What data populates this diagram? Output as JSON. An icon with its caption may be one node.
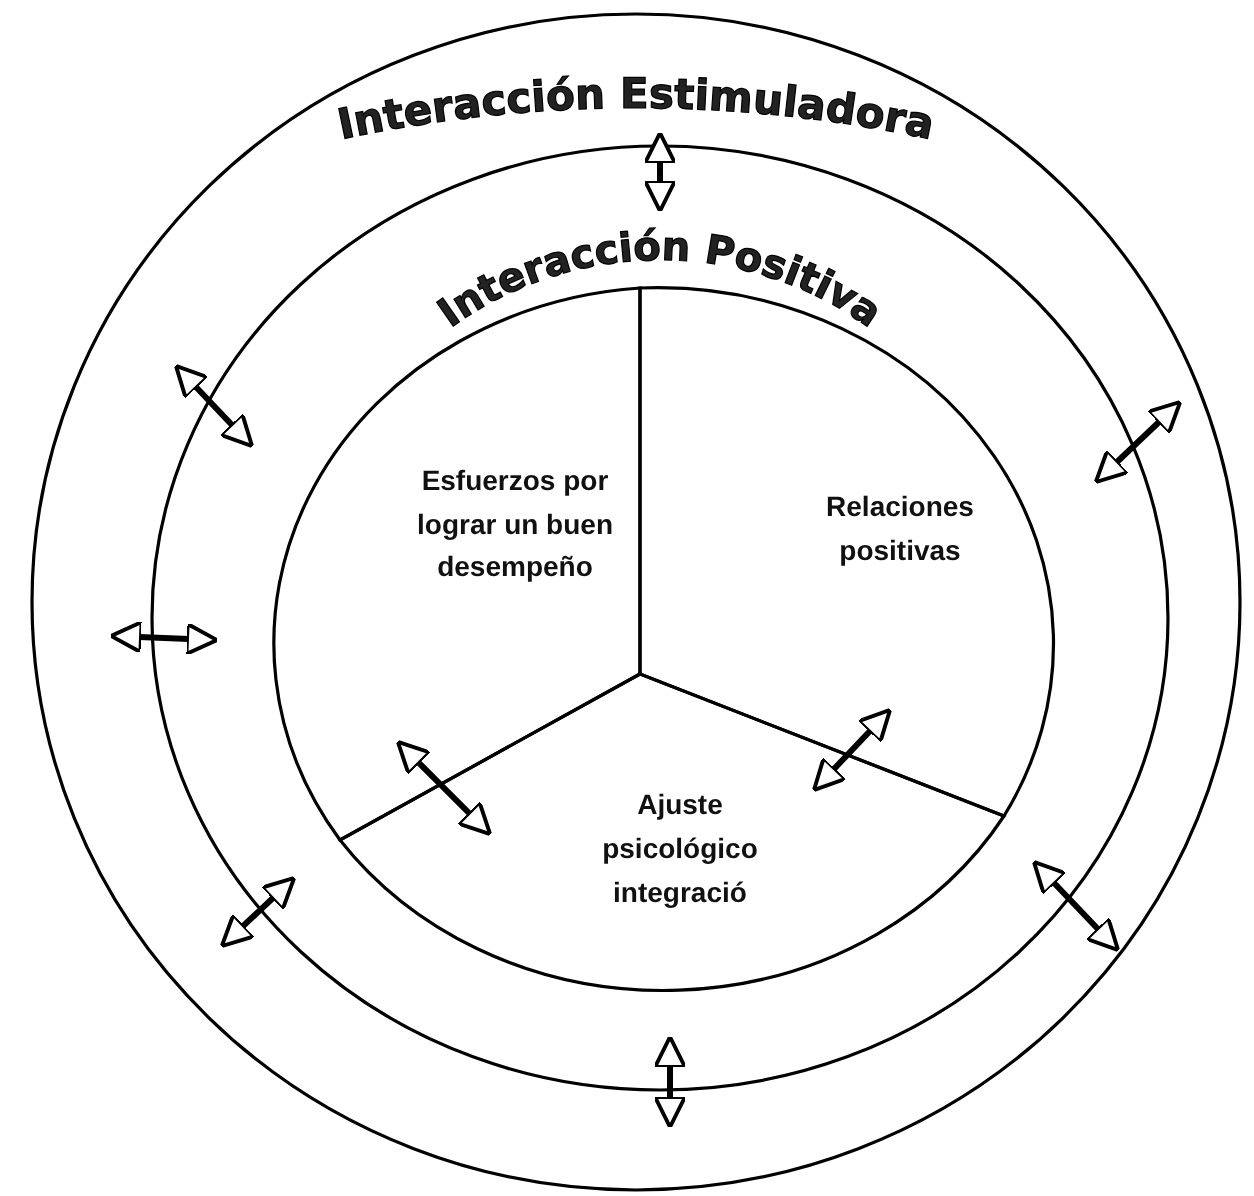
{
  "diagram": {
    "nodes": [
      {
        "text": [
          "Interacción Estimuladora"
        ]
      },
      {
        "text": [
          "Interacción Positiva"
        ],
        "in": 0
      },
      {
        "text": [
          "Esfuerzos por lograr un buen desempeño"
        ],
        "in": 1
      },
      {
        "text": [
          "Relaciones positivas"
        ],
        "in": 1
      },
      {
        "text": [
          "Ajuste psicológico integració"
        ],
        "in": 1
      }
    ],
    "edges": [
      {
        "from": 0,
        "to": 1,
        "arrow": "both"
      },
      {
        "from": 0,
        "to": 1,
        "arrow": "both"
      },
      {
        "from": 0,
        "to": 1,
        "arrow": "both"
      },
      {
        "from": 0,
        "to": 1,
        "arrow": "both"
      },
      {
        "from": 0,
        "to": 1,
        "arrow": "both"
      },
      {
        "from": 0,
        "to": 1,
        "arrow": "both"
      },
      {
        "from": 0,
        "to": 1,
        "arrow": "both"
      },
      {
        "from": 2,
        "to": 4,
        "arrow": "both"
      },
      {
        "from": 3,
        "to": 4,
        "arrow": "both"
      }
    ]
  }
}
